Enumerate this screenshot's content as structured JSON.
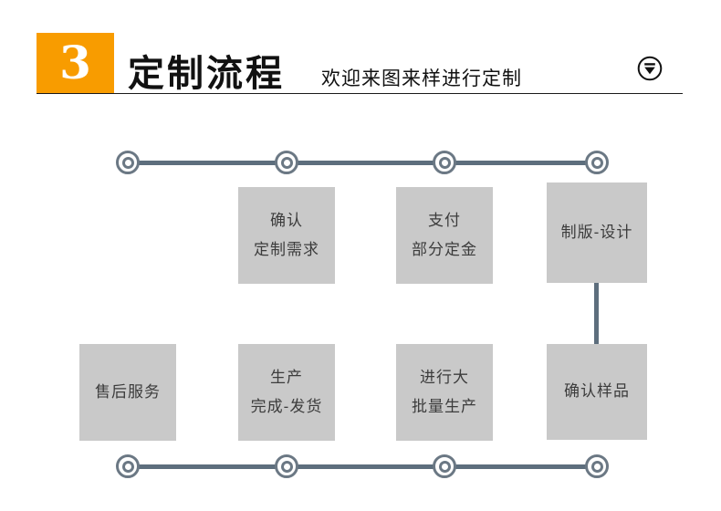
{
  "header": {
    "step_number": "3",
    "title": "定制流程",
    "subtitle": "欢迎来图来样进行定制"
  },
  "icons": {
    "scroll_down": "circled-down-arrow-icon"
  },
  "colors": {
    "accent_orange": "#f89c00",
    "line_slate": "#5d6e7d",
    "box_gray": "#c9c9c9"
  },
  "flow": {
    "confirm_needs": {
      "line1": "确认",
      "line2": "定制需求"
    },
    "pay_deposit": {
      "line1": "支付",
      "line2": "部分定金"
    },
    "plate_design": {
      "line1": "制版-设计"
    },
    "after_sales": {
      "line1": "售后服务"
    },
    "production_ship": {
      "line1": "生产",
      "line2": "完成-发货"
    },
    "mass_production": {
      "line1": "进行大",
      "line2": "批量生产"
    },
    "confirm_sample": {
      "line1": "确认样品"
    }
  }
}
